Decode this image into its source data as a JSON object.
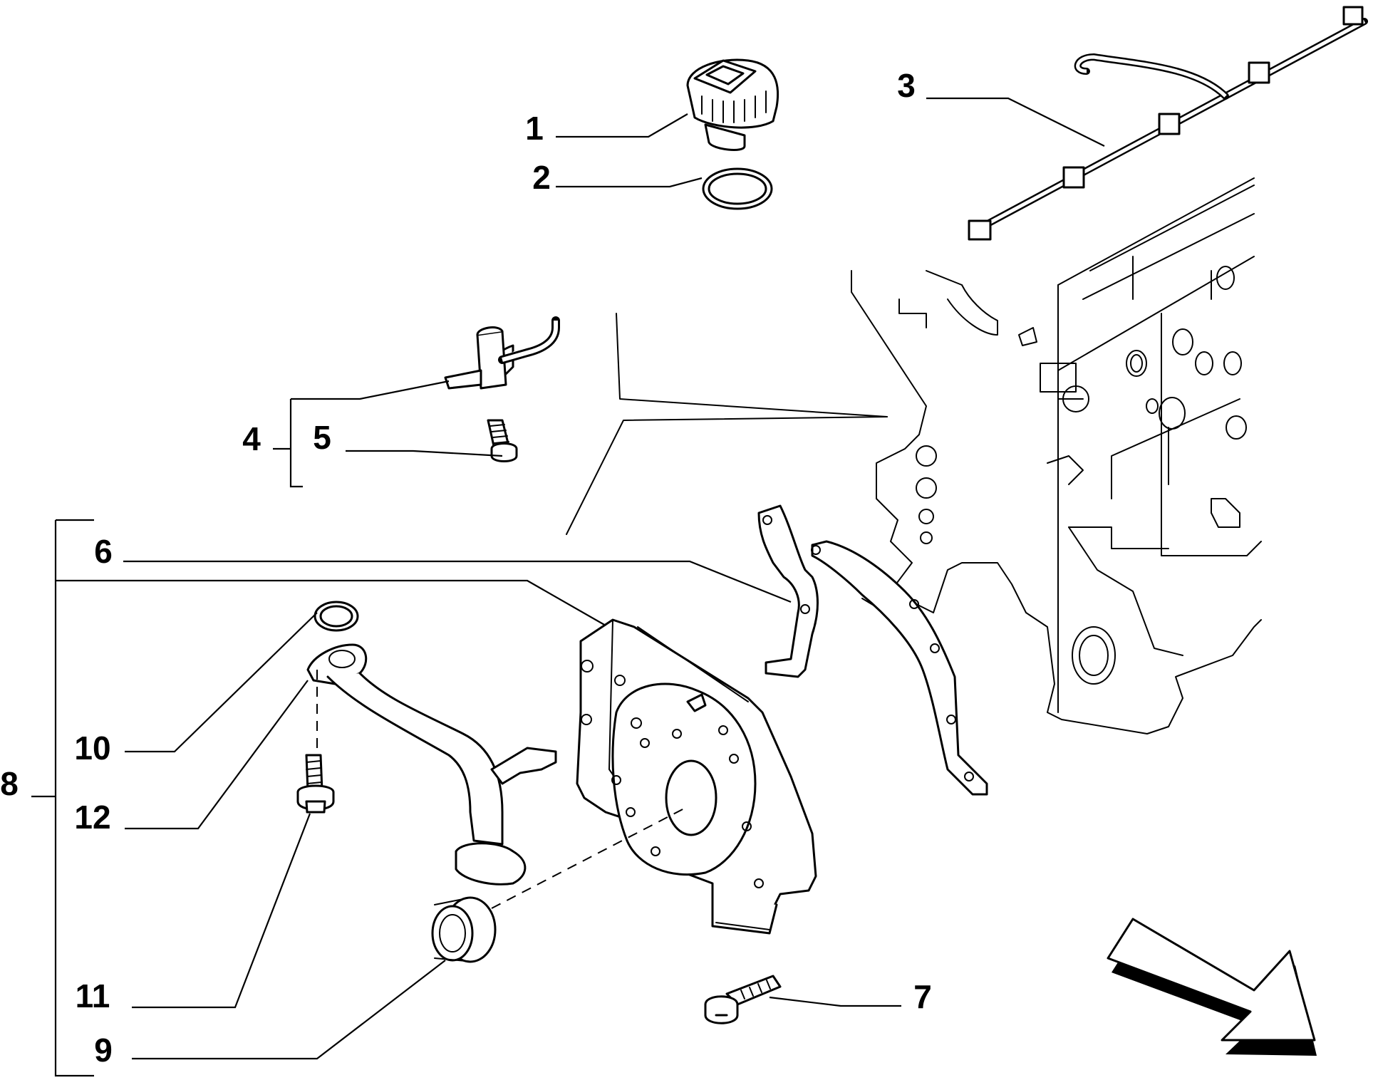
{
  "callouts": [
    {
      "id": "1",
      "label": "1"
    },
    {
      "id": "2",
      "label": "2"
    },
    {
      "id": "3",
      "label": "3"
    },
    {
      "id": "4",
      "label": "4"
    },
    {
      "id": "5",
      "label": "5"
    },
    {
      "id": "6",
      "label": "6"
    },
    {
      "id": "7",
      "label": "7"
    },
    {
      "id": "8",
      "label": "8"
    },
    {
      "id": "9",
      "label": "9"
    },
    {
      "id": "10",
      "label": "10"
    },
    {
      "id": "11",
      "label": "11"
    },
    {
      "id": "12",
      "label": "12"
    }
  ],
  "colors": {
    "ink": "#000000",
    "paper": "#ffffff"
  },
  "icons": [
    "direction-arrow-icon"
  ]
}
